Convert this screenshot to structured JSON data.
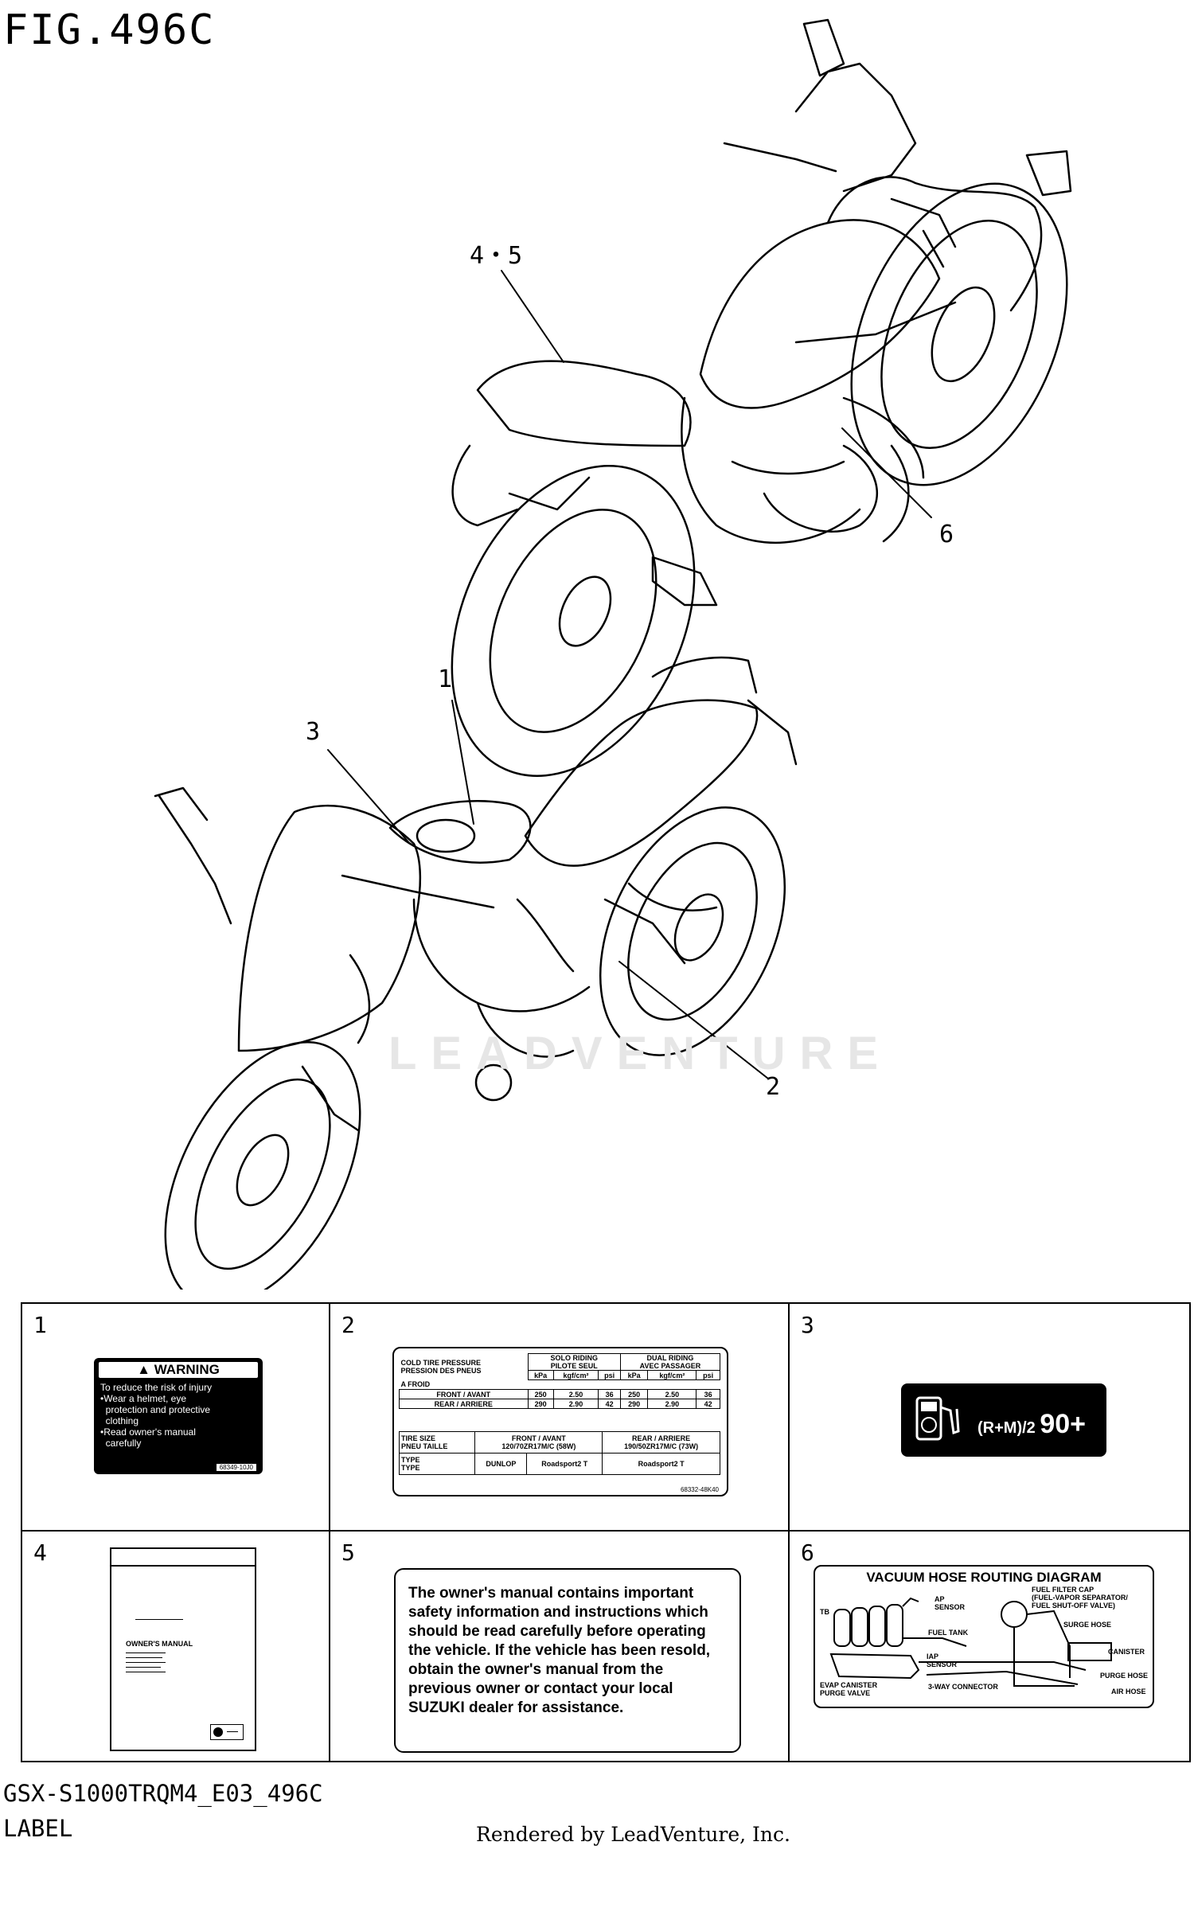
{
  "figure": {
    "title": "FIG.496C",
    "watermark": "LEADVENTURE",
    "callouts": {
      "c45": "4・5",
      "c6": "6",
      "c1": "1",
      "c3": "3",
      "c2": "2"
    }
  },
  "labels": {
    "l1": {
      "num": "1",
      "heading": "WARNING",
      "text": "To reduce the risk of injury\n•Wear a helmet, eye\n  protection and protective\n  clothing\n•Read owner's manual\n  carefully",
      "code": "68349-10J0"
    },
    "l2": {
      "num": "2",
      "h1": "COLD TIRE PRESSURE",
      "h2": "PRESSION DES PNEUS",
      "h3": "A FROID",
      "solo1": "SOLO RIDING",
      "solo2": "PILOTE SEUL",
      "dual1": "DUAL RIDING",
      "dual2": "AVEC PASSAGER",
      "u1": "kPa",
      "u2": "kgf/cm²",
      "u3": "psi",
      "front_lbl": "FRONT / AVANT",
      "rear_lbl": "REAR / ARRIERE",
      "front": [
        "250",
        "2.50",
        "36",
        "250",
        "2.50",
        "36"
      ],
      "rear": [
        "290",
        "2.90",
        "42",
        "290",
        "2.90",
        "42"
      ],
      "size1": "TIRE SIZE",
      "size2": "PNEU TAILLE",
      "front_hdr": "FRONT / AVANT",
      "rear_hdr": "REAR / ARRIERE",
      "front_size": "120/70ZR17M/C (58W)",
      "rear_size": "190/50ZR17M/C (73W)",
      "type1": "TYPE",
      "type2": "TYPE",
      "brand": "DUNLOP",
      "front_type": "Roadsport2  T",
      "rear_type": "Roadsport2  T",
      "code": "68332-48K40"
    },
    "l3": {
      "num": "3",
      "rating": "(R+M)/2",
      "octane": "90+"
    },
    "l4": {
      "num": "4",
      "title": "OWNER'S MANUAL"
    },
    "l5": {
      "num": "5",
      "text": "The owner's manual contains important safety information and instructions which should be read carefully before operating the vehicle. If the vehicle has been resold, obtain the owner's manual from the previous owner or contact your local SUZUKI dealer for assistance."
    },
    "l6": {
      "num": "6",
      "title": "VACUUM  HOSE  ROUTING  DIAGRAM",
      "tb": "TB",
      "ap": "AP\nSENSOR",
      "ffc": "FUEL FILTER CAP\n(FUEL-VAPOR SEPARATOR/\nFUEL SHUT-OFF VALVE)",
      "surge": "SURGE HOSE",
      "tank": "FUEL TANK",
      "canister": "CANISTER",
      "iap": "IAP\nSENSOR",
      "purge": "PURGE HOSE",
      "evap": "EVAP CANISTER\nPURGE VALVE",
      "way": "3-WAY CONNECTOR",
      "air": "AIR HOSE"
    }
  },
  "footer": {
    "code": "GSX-S1000TRQM4_E03_496C",
    "section": "LABEL",
    "rendered": "Rendered by LeadVenture, Inc."
  }
}
